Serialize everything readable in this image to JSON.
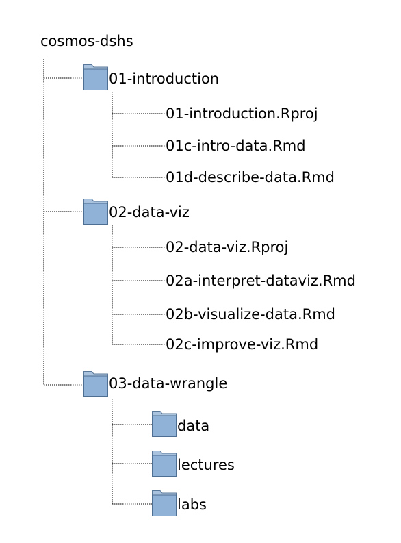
{
  "root": {
    "label": "cosmos-dshs",
    "children": [
      {
        "label": "01-introduction",
        "type": "folder",
        "children": [
          {
            "label": "01-introduction.Rproj",
            "type": "file"
          },
          {
            "label": "01c-intro-data.Rmd",
            "type": "file"
          },
          {
            "label": "01d-describe-data.Rmd",
            "type": "file"
          }
        ]
      },
      {
        "label": "02-data-viz",
        "type": "folder",
        "children": [
          {
            "label": "02-data-viz.Rproj",
            "type": "file"
          },
          {
            "label": "02a-interpret-dataviz.Rmd",
            "type": "file"
          },
          {
            "label": "02b-visualize-data.Rmd",
            "type": "file"
          },
          {
            "label": "02c-improve-viz.Rmd",
            "type": "file"
          }
        ]
      },
      {
        "label": "03-data-wrangle",
        "type": "folder",
        "children": [
          {
            "label": "data",
            "type": "folder"
          },
          {
            "label": "lectures",
            "type": "folder"
          },
          {
            "label": "labs",
            "type": "folder"
          }
        ]
      }
    ]
  },
  "colors": {
    "folder_back": "#a9c3de",
    "folder_front": "#8fb2d6",
    "line": "#000000",
    "text": "#000000"
  }
}
